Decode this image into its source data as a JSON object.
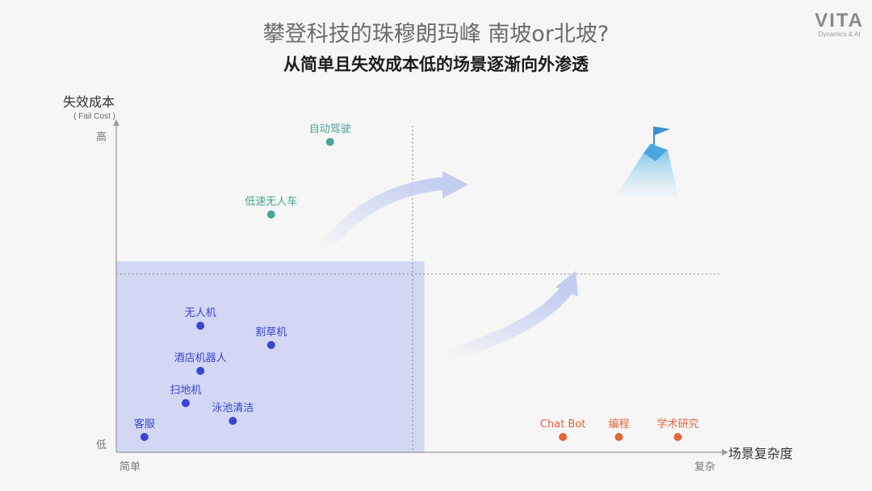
{
  "header": {
    "title": "攀登科技的珠穆朗玛峰 南坡or北坡?",
    "subtitle": "从简单且失效成本低的场景逐渐向外渗透"
  },
  "logo": {
    "main": "VITA",
    "sub": "Dynamics & AI"
  },
  "chart_data": {
    "type": "scatter",
    "ylabel": "失效成本",
    "ylabel_sub": "( Fail Cost )",
    "xlabel": "场景复杂度",
    "x_ticks": [
      "简单",
      "复杂"
    ],
    "y_ticks": [
      "高",
      "低"
    ],
    "xlim": [
      0,
      10
    ],
    "ylim": [
      0,
      10
    ],
    "grid": false,
    "colors": {
      "blue": "#3a45d1",
      "green": "#4aa596",
      "orange": "#e0663b",
      "region": "#c9d1f2",
      "arrow": "#c3cdf0"
    },
    "reference_lines": {
      "x": 5.0,
      "y": 5.5
    },
    "highlight_region": {
      "x": [
        0,
        5.2
      ],
      "y": [
        0,
        5.9
      ]
    },
    "series": [
      {
        "color": "blue",
        "points": [
          {
            "label": "无人机",
            "x": 1.4,
            "y": 3.9
          },
          {
            "label": "割草机",
            "x": 2.6,
            "y": 3.3
          },
          {
            "label": "酒店机器人",
            "x": 1.4,
            "y": 2.5
          },
          {
            "label": "扫地机",
            "x": 1.15,
            "y": 1.5
          },
          {
            "label": "泳池清洁",
            "x": 1.95,
            "y": 0.95
          },
          {
            "label": "客服",
            "x": 0.45,
            "y": 0.45
          }
        ]
      },
      {
        "color": "green",
        "points": [
          {
            "label": "自动驾驶",
            "x": 3.6,
            "y": 9.6
          },
          {
            "label": "低速无人车",
            "x": 2.6,
            "y": 7.35
          }
        ]
      },
      {
        "color": "orange",
        "points": [
          {
            "label": "Chat Bot",
            "x": 7.55,
            "y": 0.45
          },
          {
            "label": "编程",
            "x": 8.5,
            "y": 0.45
          },
          {
            "label": "学术研究",
            "x": 9.5,
            "y": 0.45
          }
        ]
      }
    ]
  }
}
